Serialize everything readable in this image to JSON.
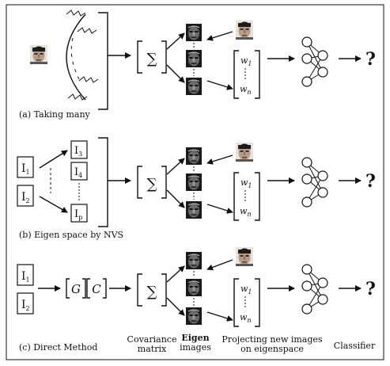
{
  "rows": [
    {
      "caption": "(a) Taking many",
      "weights": {
        "first": "w",
        "first_sub": "1",
        "last": "w",
        "last_sub": "n"
      },
      "output": "?"
    },
    {
      "caption": "(b) Eigen space by NVS",
      "inputs": [
        {
          "main": "I",
          "sub": "1"
        },
        {
          "main": "I",
          "sub": "2"
        }
      ],
      "views": [
        {
          "main": "I",
          "sub": "3"
        },
        {
          "main": "I",
          "sub": "4"
        },
        {
          "main": "I",
          "sub": "p"
        }
      ],
      "weights": {
        "first": "w",
        "first_sub": "1",
        "last": "w",
        "last_sub": "n"
      },
      "output": "?"
    },
    {
      "caption": "(c) Direct Method",
      "inputs": [
        {
          "main": "I",
          "sub": "1"
        },
        {
          "main": "I",
          "sub": "2"
        }
      ],
      "operators": [
        "G",
        "C"
      ],
      "weights": {
        "first": "w",
        "first_sub": "1",
        "last": "w",
        "last_sub": "n"
      },
      "output": "?"
    }
  ],
  "sigma_symbol": "∑",
  "footer_labels": {
    "covariance_line1": "Covariance",
    "covariance_line2": "matrix",
    "eigen_line1": "Eigen",
    "eigen_line2": "images",
    "projecting_line1": "Projecting new images",
    "projecting_line2": "on eigenspace",
    "classifier": "Classifier"
  }
}
